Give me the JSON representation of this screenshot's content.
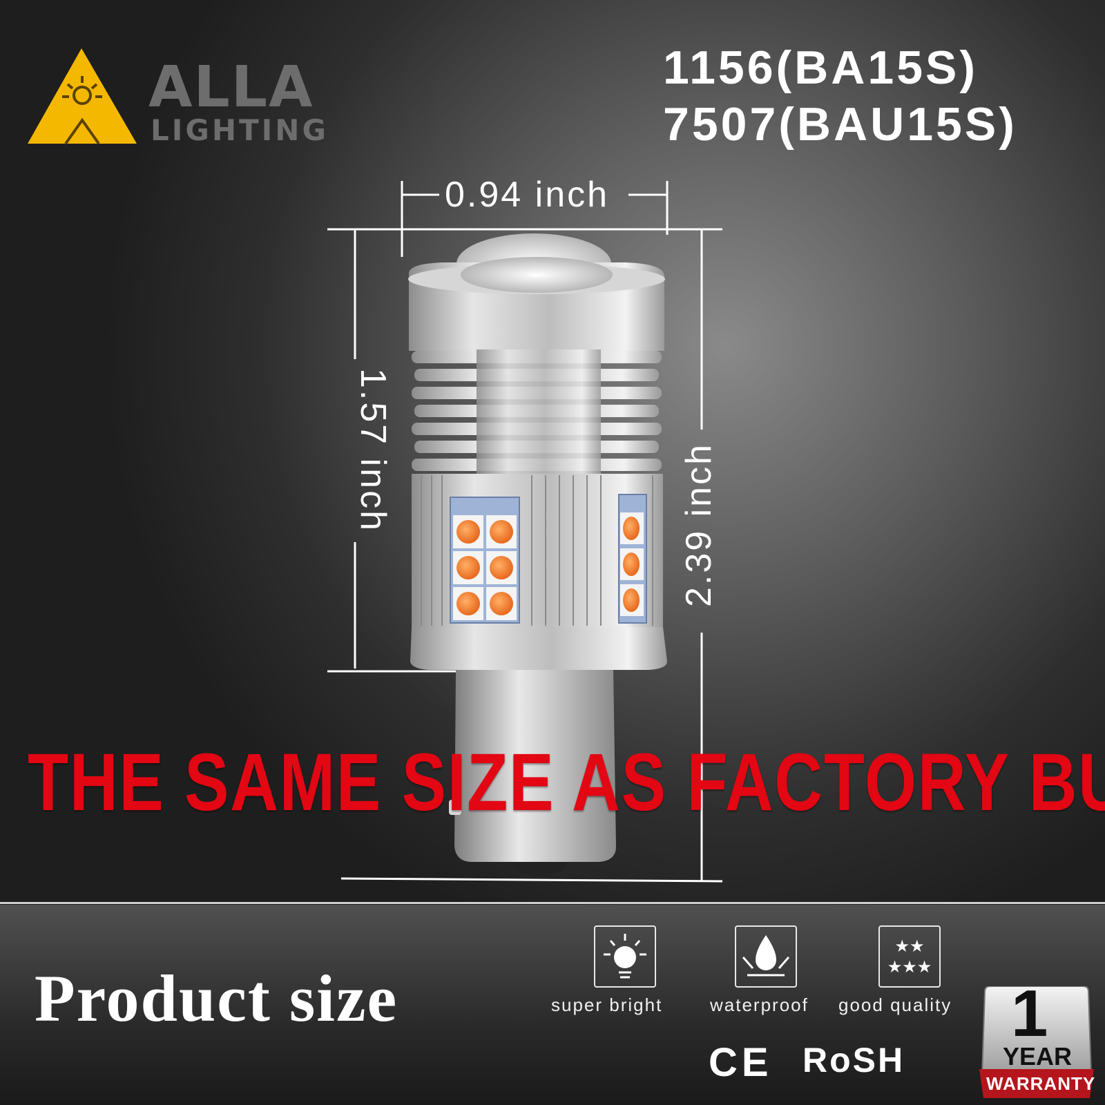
{
  "brand": {
    "name": "ALLA",
    "sub": "LIGHTING",
    "color": "#f5b800"
  },
  "models": {
    "line1": "1156(BA15S)",
    "line2": "7507(BAU15S)"
  },
  "dimensions": {
    "width": "0.94 inch",
    "body_height": "1.57 inch",
    "total_height": "2.39 inch"
  },
  "headline": {
    "text": "THE SAME SIZE AS FACTORY BULB",
    "color": "#e30613"
  },
  "section_title": "Product size",
  "features": [
    {
      "label": "super bright",
      "icon": "sun-icon"
    },
    {
      "label": "waterproof",
      "icon": "water-drop-icon"
    },
    {
      "label": "good quality",
      "icon": "stars-icon"
    }
  ],
  "certifications": {
    "ce": "CE",
    "rosh": "RoSH"
  },
  "warranty": {
    "number": "1",
    "unit": "YEAR",
    "label": "WARRANTY"
  },
  "led_color": "#f07a28"
}
